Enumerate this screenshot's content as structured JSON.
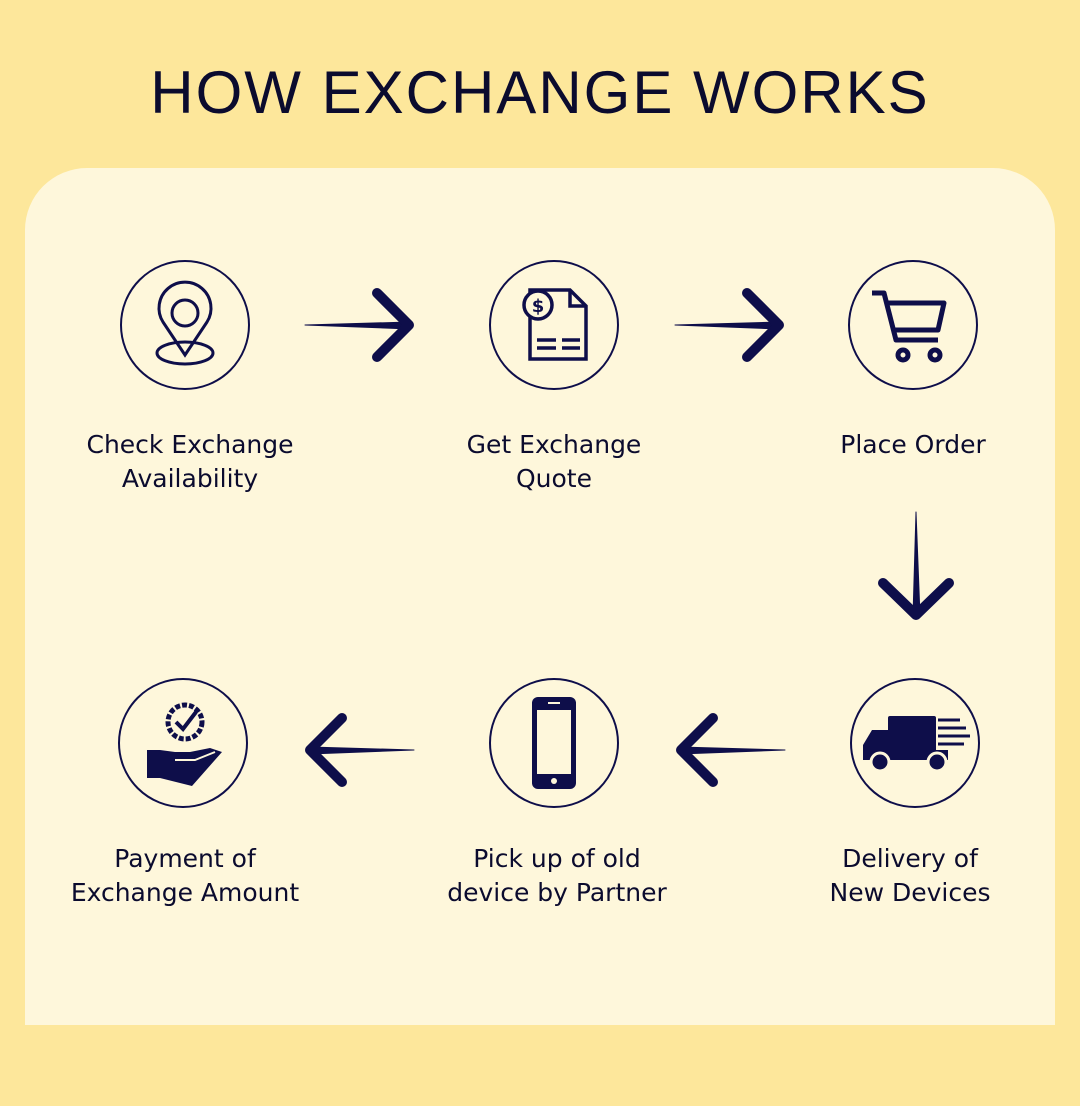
{
  "title": "HOW EXCHANGE WORKS",
  "colors": {
    "background": "#FDE79B",
    "panel": "#FEF7DB",
    "icon": "#0E0E4A"
  },
  "steps": [
    {
      "icon": "location-pin-icon",
      "line1": "Check Exchange",
      "line2": "Availability"
    },
    {
      "icon": "invoice-dollar-icon",
      "line1": "Get Exchange",
      "line2": "Quote"
    },
    {
      "icon": "shopping-cart-icon",
      "line1": "Place Order",
      "line2": ""
    },
    {
      "icon": "delivery-truck-icon",
      "line1": "Delivery of",
      "line2": "New Devices"
    },
    {
      "icon": "smartphone-icon",
      "line1": "Pick up of old",
      "line2": "device by Partner"
    },
    {
      "icon": "payment-hand-check-icon",
      "line1": "Payment of",
      "line2": "Exchange Amount"
    }
  ]
}
